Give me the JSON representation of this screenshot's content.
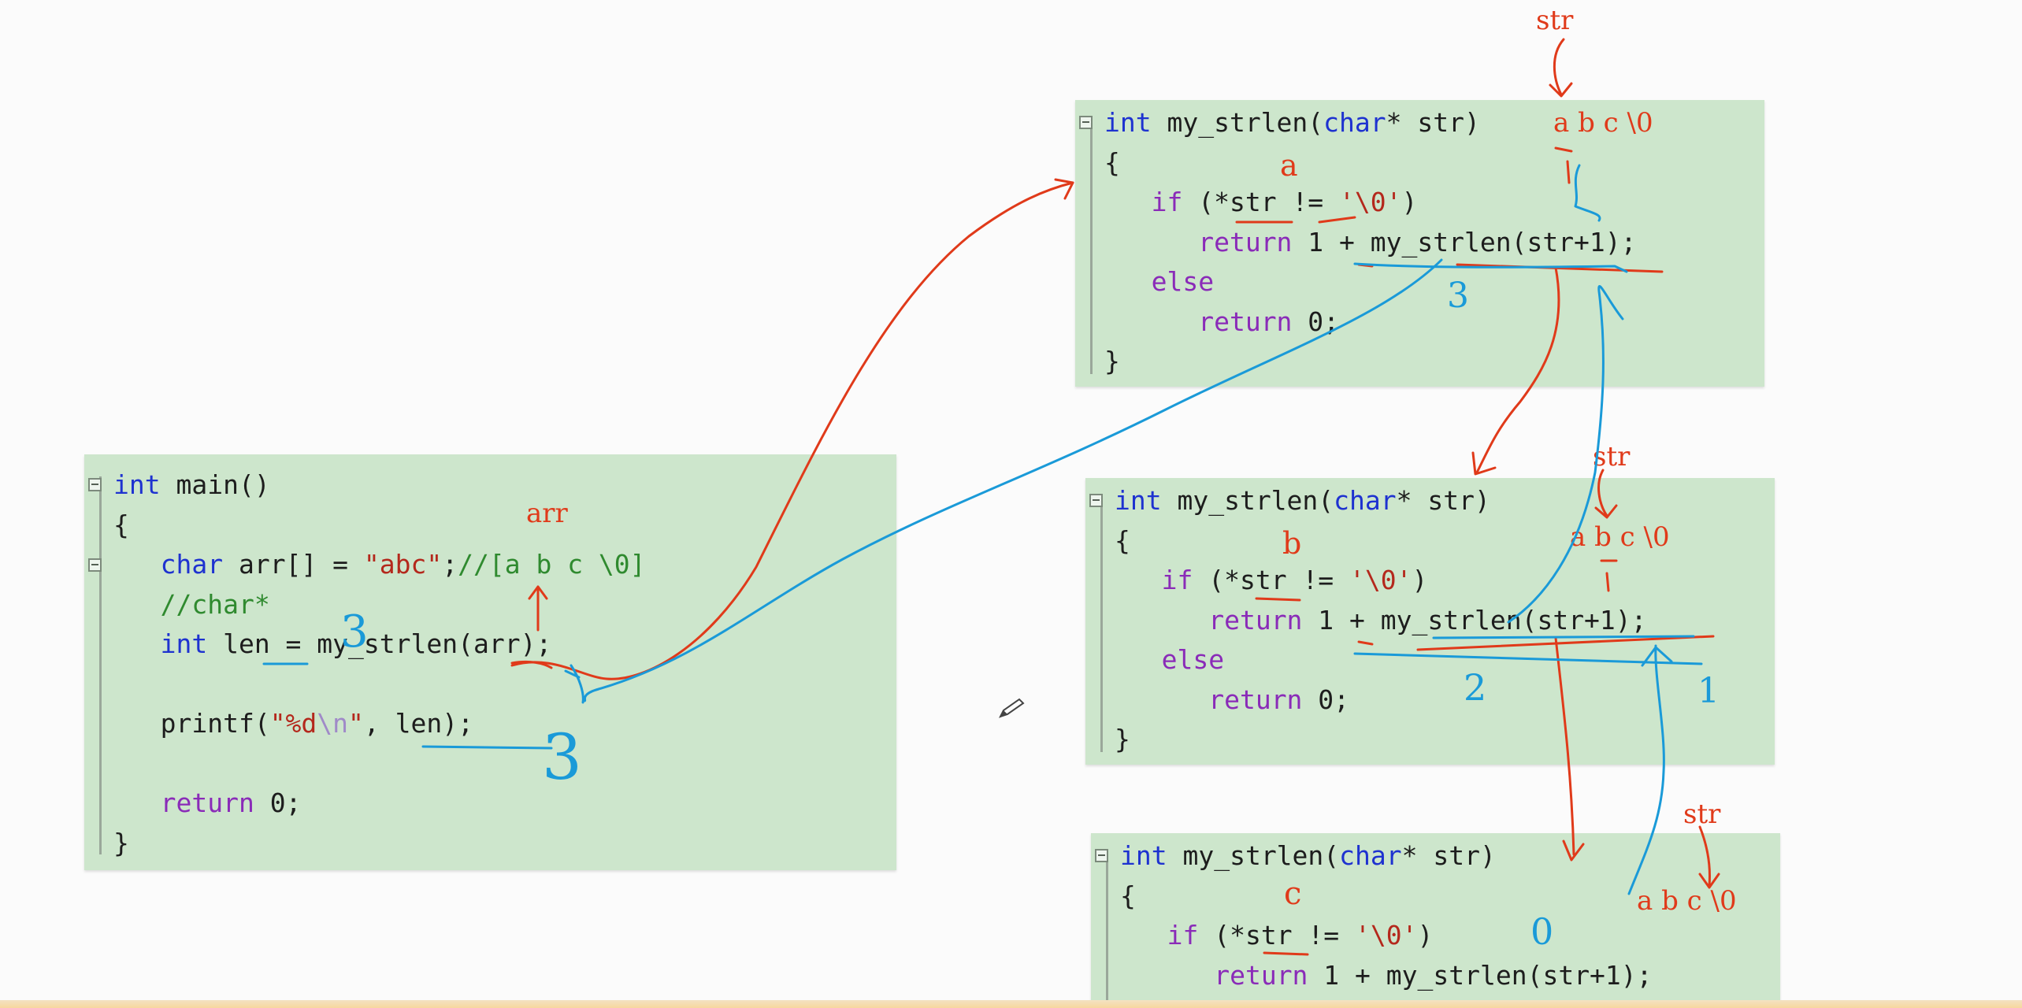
{
  "main_panel": {
    "line1": {
      "kw": "int",
      "rest": " main()"
    },
    "line2": "{",
    "line3": {
      "kw": "char",
      "mid": " arr[] = ",
      "str": "\"abc\"",
      "semi": ";",
      "cmt": "//[a b c \\0]"
    },
    "line4": {
      "cmt": "//char*"
    },
    "line5": {
      "kw": "int",
      "rest": " len = my_strlen(arr);"
    },
    "line7": {
      "a": "printf(",
      "s1": "\"%d",
      "esc": "\\n",
      "s2": "\"",
      "b": ", len);"
    },
    "line9": {
      "ctl": "return",
      "rest": " 0;"
    },
    "line10": "}"
  },
  "func_panel": {
    "sig": {
      "kw": "int",
      "name": " my_strlen(",
      "kw2": "char",
      "rest": "* str)"
    },
    "open": "{",
    "if": {
      "ctl": "if",
      "a": " (*str != ",
      "ch": "'\\0'",
      "b": ")"
    },
    "ret1": {
      "ctl": "return",
      "rest": " 1 + my_strlen(str+1);"
    },
    "else": {
      "ctl": "else"
    },
    "ret0": {
      "ctl": "return",
      "rest": " 0;"
    },
    "close": "}"
  },
  "annotations": {
    "str_label": "str",
    "arr_label": "arr",
    "chars_abc_nul": "a b c \\0",
    "letter_a": "a",
    "letter_b": "b",
    "letter_c": "c",
    "num_3": "3",
    "num_2": "2",
    "num_1": "1",
    "num_0": "0"
  },
  "colors": {
    "panel_bg": "#cde6cc",
    "keyword": "#1e32d0",
    "control": "#8a2bb8",
    "string": "#b4281c",
    "comment": "#2f8a2f",
    "ink_red": "#e03a1a",
    "ink_blue": "#1a9ad8"
  },
  "icons": [
    "collapse-icon",
    "pencil-cursor-icon"
  ]
}
